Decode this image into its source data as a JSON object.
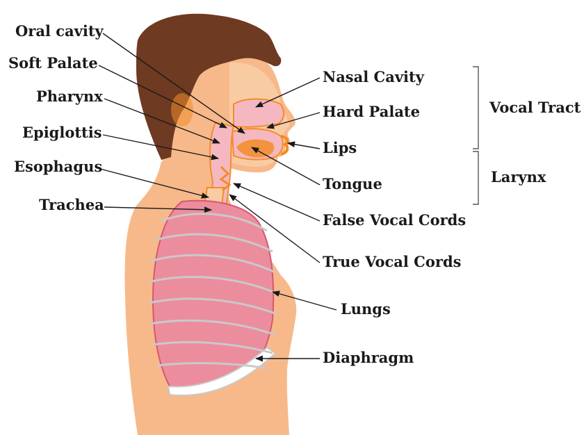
{
  "colors": {
    "hair": "#6e3a22",
    "skin": "#f7b98a",
    "skin_light": "#f9cba3",
    "outline": "#f28c28",
    "airway": "#f6b8c0",
    "lung": "#ec8d9e",
    "lung_edge": "#d8576e",
    "ribs": "#c9c9c9",
    "diaphragm": "#ffffff",
    "text": "#1a1a1a"
  },
  "labels": {
    "oral_cavity": "Oral cavity",
    "soft_palate": "Soft Palate",
    "pharynx": "Pharynx",
    "epiglottis": "Epiglottis",
    "esophagus": "Esophagus",
    "trachea": "Trachea",
    "nasal_cavity": "Nasal Cavity",
    "hard_palate": "Hard Palate",
    "lips": "Lips",
    "tongue": "Tongue",
    "false_vocal_cords": "False Vocal Cords",
    "true_vocal_cords": "True Vocal Cords",
    "lungs": "Lungs",
    "diaphragm": "Diaphragm"
  },
  "groups": {
    "vocal_tract": "Vocal Tract",
    "larynx": "Larynx"
  }
}
